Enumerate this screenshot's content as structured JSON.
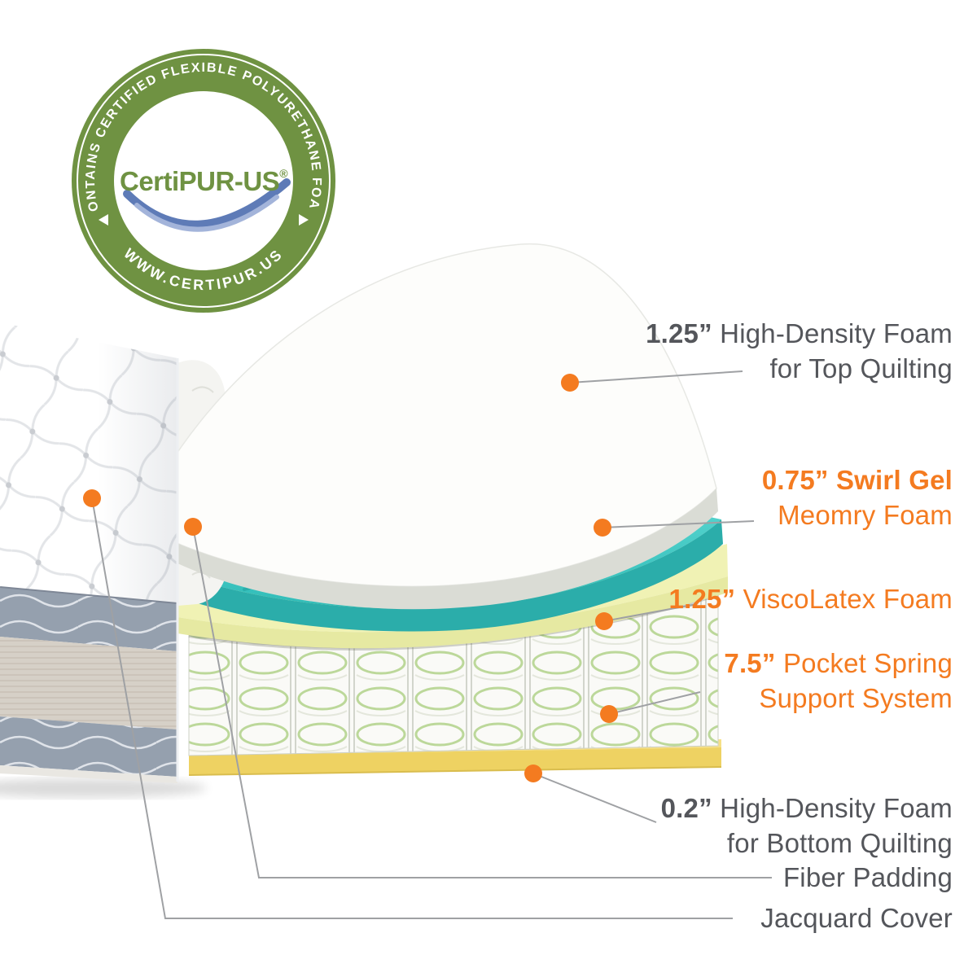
{
  "page": {
    "background": "#FFFFFF"
  },
  "colors": {
    "accent_orange": "#F47B20",
    "label_dark": "#54565B",
    "badge_green": "#6F9242",
    "swoosh_blue": "#5E7BB7",
    "swoosh_light_blue": "#A3B4DA",
    "gel_teal": "#3BC4C0",
    "visco_yellow_green": "#E6E9A2",
    "base_yellow": "#EED262",
    "spring_coil_green": "#BCD89A"
  },
  "badge": {
    "ring_top_text": "CONTAINS CERTIFIED FLEXIBLE POLYURETHANE FOAM",
    "ring_bottom_text": "WWW.CERTIPUR.US",
    "center_text": "CertiPUR-US",
    "registered_mark": "®"
  },
  "callouts": [
    {
      "id": "top-quilting-foam",
      "measure": "1.25”",
      "title": "High-Density Foam",
      "subtitle": "for Top Quilting",
      "style": "dark"
    },
    {
      "id": "swirl-gel",
      "measure": "0.75”",
      "title": "Swirl Gel",
      "subtitle": "Meomry Foam",
      "style": "orange"
    },
    {
      "id": "viscolatex",
      "measure": "1.25”",
      "title": "ViscoLatex Foam",
      "subtitle": "",
      "style": "orange"
    },
    {
      "id": "pocket-spring",
      "measure": "7.5”",
      "title": "Pocket Spring",
      "subtitle": "Support System",
      "style": "orange"
    },
    {
      "id": "bottom-quilting-foam",
      "measure": "0.2”",
      "title": "High-Density Foam",
      "subtitle": "for Bottom Quilting",
      "style": "dark"
    },
    {
      "id": "fiber-padding",
      "measure": "",
      "title": "Fiber Padding",
      "subtitle": "",
      "style": "dark"
    },
    {
      "id": "jacquard-cover",
      "measure": "",
      "title": "Jacquard Cover",
      "subtitle": "",
      "style": "dark"
    }
  ]
}
